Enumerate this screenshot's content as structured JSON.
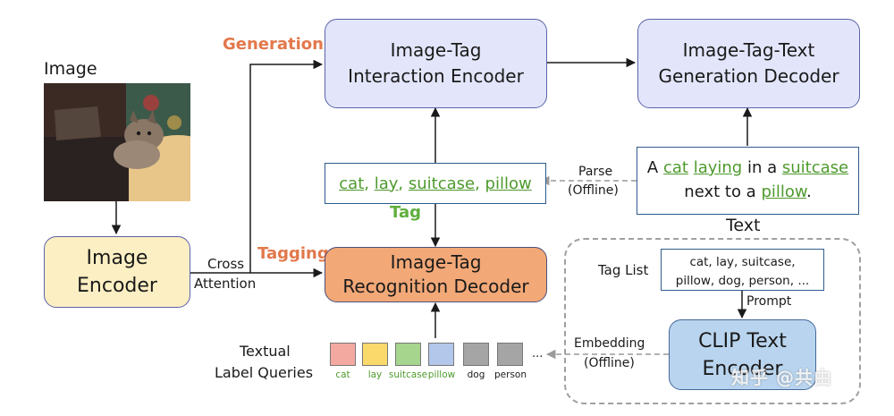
{
  "image_label": "Image",
  "nodes": {
    "interaction_encoder": {
      "line1": "Image-Tag",
      "line2": "Interaction Encoder"
    },
    "generation_decoder": {
      "line1": "Image-Tag-Text",
      "line2": "Generation Decoder"
    },
    "image_encoder": {
      "line1": "Image",
      "line2": "Encoder"
    },
    "recognition_decoder": {
      "line1": "Image-Tag",
      "line2": "Recognition Decoder"
    },
    "clip_encoder": {
      "line1": "CLIP Text",
      "line2": "Encoder"
    }
  },
  "labels": {
    "generation": "Generation",
    "tagging": "Tagging",
    "tag": "Tag",
    "text": "Text",
    "cross": "Cross",
    "attention": "Attention",
    "parse": "Parse",
    "parse_offline": "(Offline)",
    "tag_list": "Tag List",
    "prompt": "Prompt",
    "embedding": "Embedding",
    "embedding_offline": "(Offline)",
    "textual_line1": "Textual",
    "textual_line2": "Label Queries",
    "ellipsis": "..."
  },
  "tags": [
    "cat",
    "lay",
    "suitcase",
    "pillow"
  ],
  "caption": {
    "w1": "A",
    "w2": "cat",
    "w3": "laying",
    "w4": "in a",
    "w5": "suitcase",
    "w6": "next to a",
    "w7": "pillow",
    "w8": "."
  },
  "tag_list_box": {
    "line1": "cat, lay, suitcase,",
    "line2": "pillow, dog, person, ..."
  },
  "queries": [
    {
      "label": "cat",
      "color": "#f4a9a0",
      "label_color": "#4e9a2e"
    },
    {
      "label": "lay",
      "color": "#fbd96a",
      "label_color": "#4e9a2e"
    },
    {
      "label": "suitcase",
      "color": "#a6d58e",
      "label_color": "#4e9a2e"
    },
    {
      "label": "pillow",
      "color": "#b3c7ea",
      "label_color": "#4e9a2e"
    },
    {
      "label": "dog",
      "color": "#a5a5a5",
      "label_color": "#1a1a1a"
    },
    {
      "label": "person",
      "color": "#a5a5a5",
      "label_color": "#1a1a1a"
    }
  ],
  "watermark": "知乎 @共由",
  "colors": {
    "accent_orange": "#e2784b",
    "accent_green": "#5fae3b",
    "box_blue": "#e3e6fb",
    "box_yellow": "#fdefc4",
    "box_orange": "#f2a877",
    "box_clip": "#b9d4ee"
  }
}
